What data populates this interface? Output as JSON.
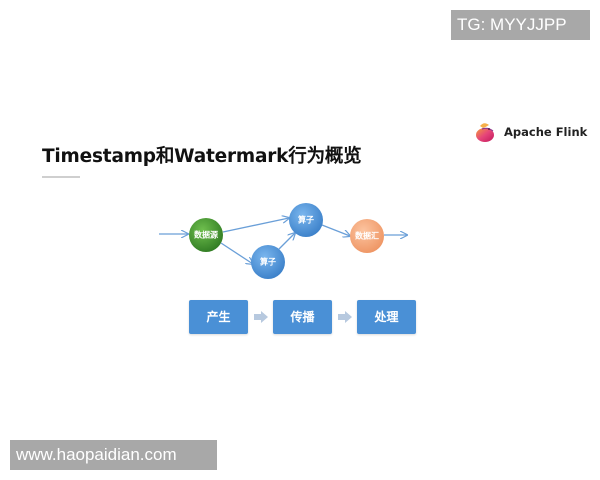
{
  "watermarks": {
    "top_right": "TG: MYYJJPP",
    "bottom_left": "www.haopaidian.com"
  },
  "brand": {
    "name": "Apache Flink",
    "icon": "flink-squirrel-logo"
  },
  "slide": {
    "title": "Timestamp和Watermark行为概览"
  },
  "diagram": {
    "nodes": [
      {
        "id": "source",
        "label": "数据源",
        "color": "#3f8f2e"
      },
      {
        "id": "operator_top",
        "label": "算子",
        "color": "#4a90d6"
      },
      {
        "id": "operator_bottom",
        "label": "算子",
        "color": "#4a90d6"
      },
      {
        "id": "sink",
        "label": "数据汇",
        "color": "#f4a57b"
      }
    ],
    "edges": [
      {
        "from": "input",
        "to": "source"
      },
      {
        "from": "source",
        "to": "operator_top"
      },
      {
        "from": "source",
        "to": "operator_bottom"
      },
      {
        "from": "operator_bottom",
        "to": "operator_top"
      },
      {
        "from": "operator_top",
        "to": "sink"
      },
      {
        "from": "sink",
        "to": "output"
      }
    ],
    "edge_color": "#6a9fd8"
  },
  "stages": [
    {
      "label": "产生"
    },
    {
      "label": "传播"
    },
    {
      "label": "处理"
    }
  ],
  "colors": {
    "stage_fill": "#4a90d6",
    "stage_arrow": "#b7c9df",
    "watermark_bg": "#a8a8a8"
  }
}
